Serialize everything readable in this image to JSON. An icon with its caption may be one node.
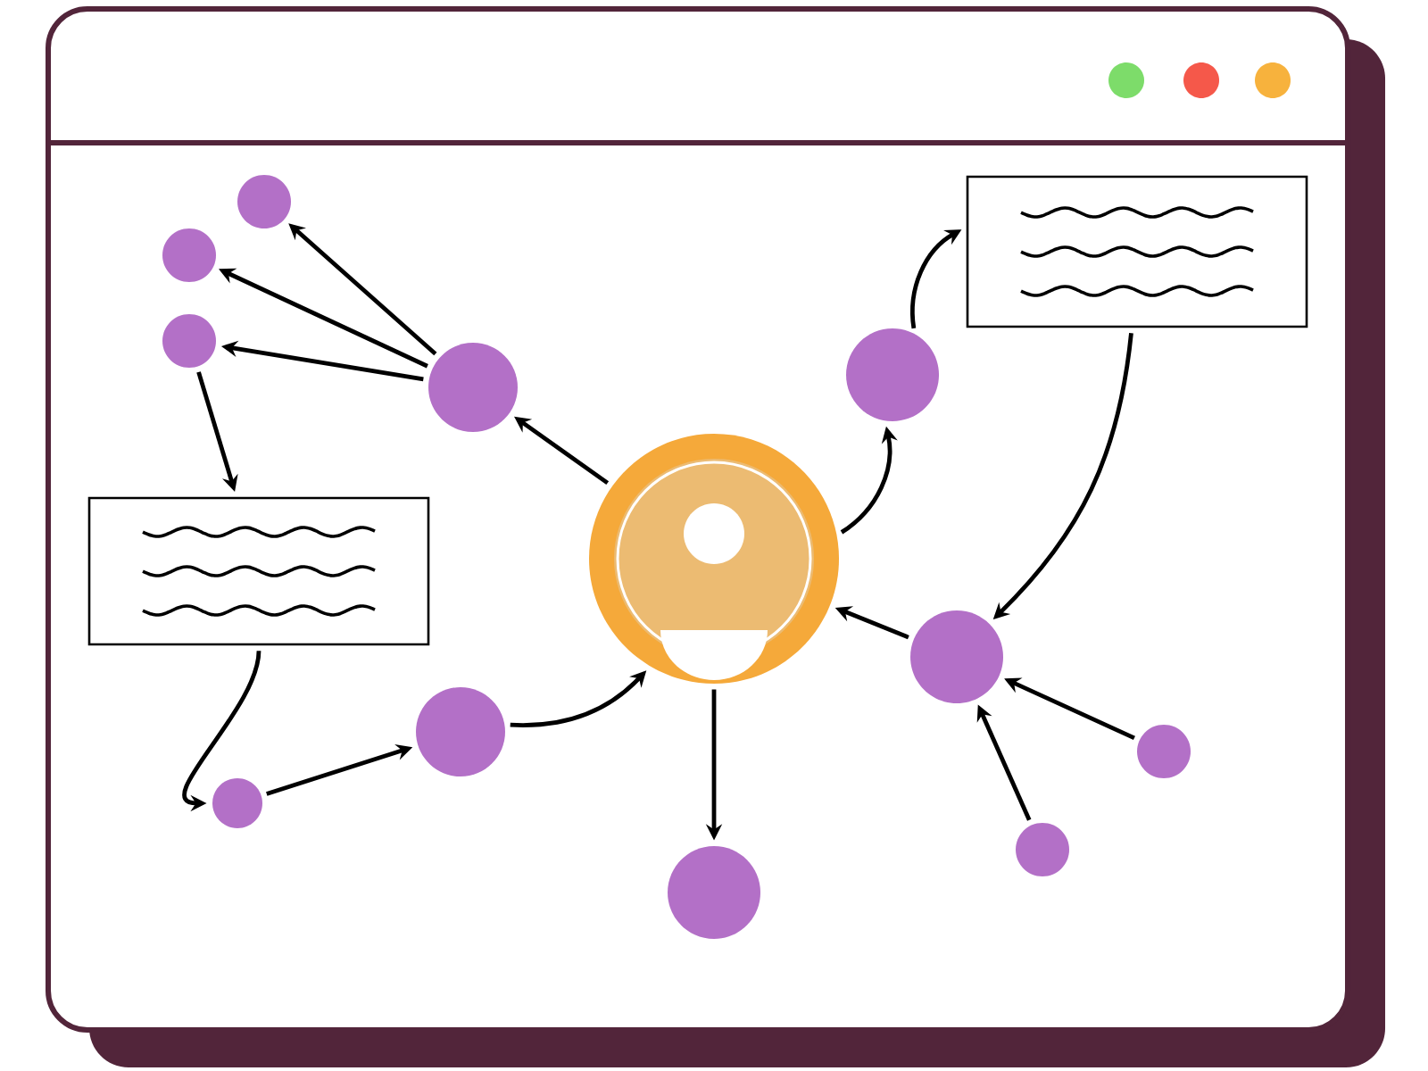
{
  "diagram": {
    "nodes": [
      {
        "text": [],
        "shape": "person"
      },
      {
        "text": [],
        "shape": "circle"
      },
      {
        "text": [],
        "shape": "circle"
      },
      {
        "text": [],
        "shape": "circle"
      },
      {
        "text": [],
        "shape": "circle"
      },
      {
        "text": [],
        "shape": "box"
      },
      {
        "text": [],
        "shape": "circle"
      },
      {
        "text": [],
        "shape": "circle"
      },
      {
        "text": [],
        "shape": "circle"
      },
      {
        "text": [],
        "shape": "circle"
      },
      {
        "text": [],
        "shape": "box"
      },
      {
        "text": [],
        "shape": "circle"
      },
      {
        "text": [],
        "shape": "circle"
      },
      {
        "text": [],
        "shape": "circle"
      }
    ],
    "edges": [
      {
        "from": 0,
        "to": 1,
        "arrow": "to"
      },
      {
        "from": 1,
        "to": 2,
        "arrow": "to"
      },
      {
        "from": 1,
        "to": 3,
        "arrow": "to"
      },
      {
        "from": 1,
        "to": 4,
        "arrow": "to"
      },
      {
        "from": 4,
        "to": 5,
        "arrow": "to"
      },
      {
        "from": 5,
        "to": 6,
        "arrow": "to"
      },
      {
        "from": 6,
        "to": 7,
        "arrow": "to"
      },
      {
        "from": 7,
        "to": 0,
        "arrow": "to"
      },
      {
        "from": 0,
        "to": 8,
        "arrow": "to"
      },
      {
        "from": 0,
        "to": 9,
        "arrow": "to"
      },
      {
        "from": 9,
        "to": 10,
        "arrow": "to"
      },
      {
        "from": 10,
        "to": 11,
        "arrow": "to"
      },
      {
        "from": 11,
        "to": 0,
        "arrow": "to"
      },
      {
        "from": 12,
        "to": 11,
        "arrow": "to"
      },
      {
        "from": 13,
        "to": 11,
        "arrow": "to"
      }
    ]
  }
}
